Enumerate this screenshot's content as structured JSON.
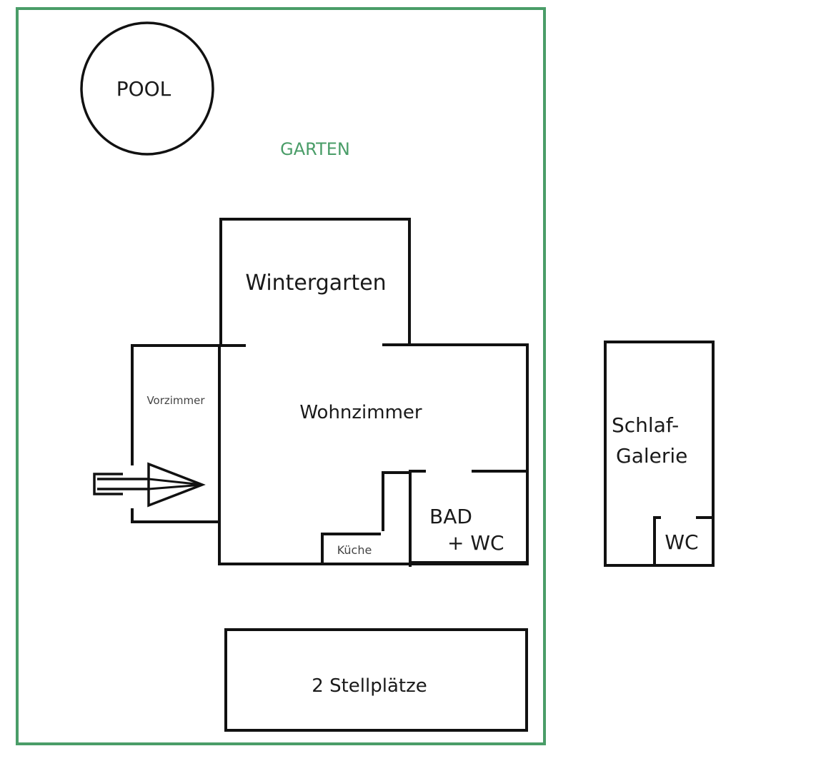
{
  "diagram": {
    "type": "floor-plan",
    "colors": {
      "garden_border": "#4a9d68",
      "garden_label": "#4a9d68",
      "walls": "#111111",
      "text": "#1a1a1a"
    },
    "labels": {
      "garden": "GARTEN",
      "pool": "POOL",
      "wintergarden": "Wintergarten",
      "living_room": "Wohnzimmer",
      "hallway": "Vorzimmer",
      "kitchen": "Küche",
      "bath_line1": "BAD",
      "bath_line2": "+ WC",
      "sleeping_gallery_line1": "Schlaf-",
      "sleeping_gallery_line2": "Galerie",
      "wc": "WC",
      "parking": "2 Stellplätze"
    },
    "icons": {
      "entrance": "entrance-arrow-icon"
    }
  }
}
